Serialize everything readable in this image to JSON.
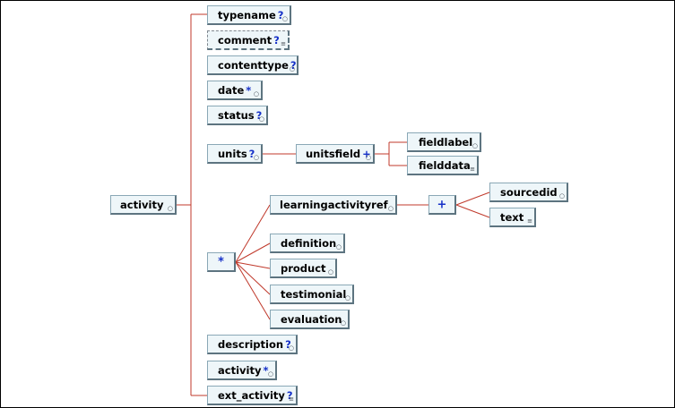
{
  "diagram": {
    "root": {
      "name": "activity"
    },
    "elements": [
      {
        "id": "typename",
        "name": "typename",
        "card": "?"
      },
      {
        "id": "comment",
        "name": "comment",
        "card": "?",
        "doc": true
      },
      {
        "id": "contenttype",
        "name": "contenttype",
        "card": "?"
      },
      {
        "id": "date",
        "name": "date",
        "card": "*"
      },
      {
        "id": "status",
        "name": "status",
        "card": "?"
      },
      {
        "id": "units",
        "name": "units",
        "card": "?"
      },
      {
        "id": "unitsfield",
        "name": "unitsfield",
        "card": "+"
      },
      {
        "id": "fieldlabel",
        "name": "fieldlabel",
        "card": ""
      },
      {
        "id": "fielddata",
        "name": "fielddata",
        "card": "",
        "doc": true
      },
      {
        "id": "choice",
        "name": "",
        "card": "*"
      },
      {
        "id": "learningactivityref",
        "name": "learningactivityref",
        "card": ""
      },
      {
        "id": "seq",
        "name": "",
        "card": "+"
      },
      {
        "id": "sourcedid",
        "name": "sourcedid",
        "card": ""
      },
      {
        "id": "text",
        "name": "text",
        "card": "",
        "doc": true
      },
      {
        "id": "definition",
        "name": "definition",
        "card": ""
      },
      {
        "id": "product",
        "name": "product",
        "card": ""
      },
      {
        "id": "testimonial",
        "name": "testimonial",
        "card": ""
      },
      {
        "id": "evaluation",
        "name": "evaluation",
        "card": ""
      },
      {
        "id": "description",
        "name": "description",
        "card": "?"
      },
      {
        "id": "activity2",
        "name": "activity",
        "card": "*"
      },
      {
        "id": "ext_activity",
        "name": "ext_activity",
        "card": "?"
      }
    ],
    "colors": {
      "connector": "#c0392b",
      "node_fill": "#eef6f9",
      "node_border": "#8aa8b6",
      "cardinality": "#1530c8"
    },
    "icons": {
      "expand": "expand-arrow-icon",
      "documentation": "doc-lines-icon"
    }
  }
}
